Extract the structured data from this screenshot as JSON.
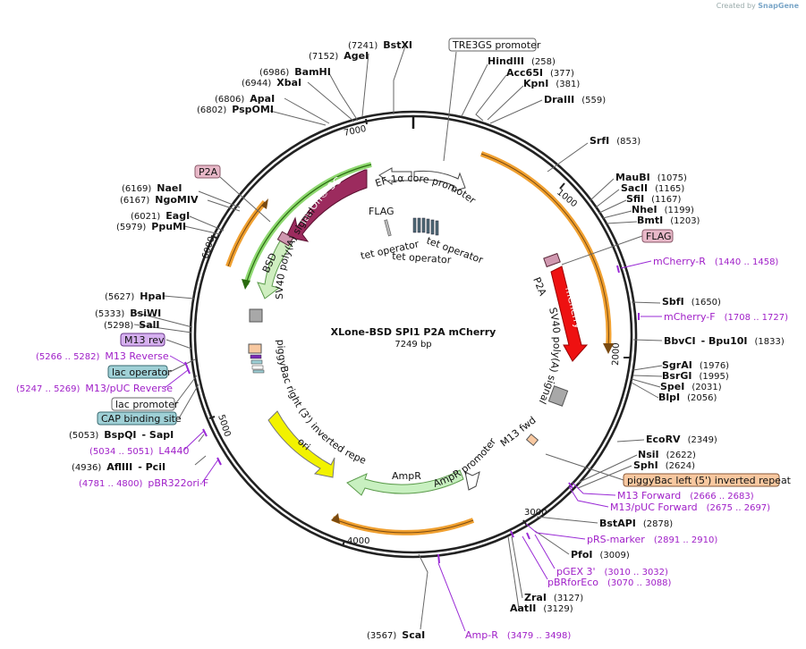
{
  "watermark": {
    "prefix": "Created by",
    "brand": "SnapGene"
  },
  "plasmid": {
    "name": "XLone-BSD SPI1 P2A mCherry",
    "size": "7249 bp"
  },
  "ticks": [
    "1000",
    "2000",
    "3000",
    "4000",
    "5000",
    "6000",
    "7000"
  ],
  "enzymes": {
    "e7241": {
      "pos": "(7241)",
      "name": "BstXI"
    },
    "e7152": {
      "pos": "(7152)",
      "name": "AgeI"
    },
    "e6986": {
      "pos": "(6986)",
      "name": "BamHI"
    },
    "e6944": {
      "pos": "(6944)",
      "name": "XbaI"
    },
    "e6806": {
      "pos": "(6806)",
      "name": "ApaI"
    },
    "e6802": {
      "pos": "(6802)",
      "name": "PspOMI"
    },
    "e6169": {
      "pos": "(6169)",
      "name": "NaeI"
    },
    "e6167": {
      "pos": "(6167)",
      "name": "NgoMIV"
    },
    "e6021": {
      "pos": "(6021)",
      "name": "EagI"
    },
    "e5979": {
      "pos": "(5979)",
      "name": "PpuMI"
    },
    "e5627": {
      "pos": "(5627)",
      "name": "HpaI"
    },
    "e5333": {
      "pos": "(5333)",
      "name": "BsiWI"
    },
    "e5298": {
      "pos": "(5298)",
      "name": "SalI"
    },
    "e5053": {
      "pos": "(5053)",
      "name": "BspQI"
    },
    "e5053b": {
      "name": "- SapI"
    },
    "e4936": {
      "pos": "(4936)",
      "name": "AflIII"
    },
    "e4936b": {
      "name": "- PciI"
    },
    "e3567": {
      "pos": "(3567)",
      "name": "ScaI"
    },
    "e258": {
      "name": "HindIII",
      "pos": "(258)"
    },
    "e377": {
      "name": "Acc65I",
      "pos": "(377)"
    },
    "e381": {
      "name": "KpnI",
      "pos": "(381)"
    },
    "e559": {
      "name": "DraIII",
      "pos": "(559)"
    },
    "e853": {
      "name": "SrfI",
      "pos": "(853)"
    },
    "e1075": {
      "name": "MauBI",
      "pos": "(1075)"
    },
    "e1165": {
      "name": "SacII",
      "pos": "(1165)"
    },
    "e1167": {
      "name": "SfiI",
      "pos": "(1167)"
    },
    "e1199": {
      "name": "NheI",
      "pos": "(1199)"
    },
    "e1203": {
      "name": "BmtI",
      "pos": "(1203)"
    },
    "e1650": {
      "name": "SbfI",
      "pos": "(1650)"
    },
    "e1833": {
      "name": "BbvCI",
      "name2": "- Bpu10I",
      "pos": "(1833)"
    },
    "e1976": {
      "name": "SgrAI",
      "pos": "(1976)"
    },
    "e1995": {
      "name": "BsrGI",
      "pos": "(1995)"
    },
    "e2031": {
      "name": "SpeI",
      "pos": "(2031)"
    },
    "e2056": {
      "name": "BlpI",
      "pos": "(2056)"
    },
    "e2349": {
      "name": "EcoRV",
      "pos": "(2349)"
    },
    "e2622": {
      "name": "NsiI",
      "pos": "(2622)"
    },
    "e2624": {
      "name": "SphI",
      "pos": "(2624)"
    },
    "e2878": {
      "name": "BstAPI",
      "pos": "(2878)"
    },
    "e3009": {
      "name": "PfoI",
      "pos": "(3009)"
    },
    "e3127": {
      "name": "ZraI",
      "pos": "(3127)"
    },
    "e3129": {
      "name": "AatII",
      "pos": "(3129)"
    }
  },
  "primers": {
    "p5266": {
      "pos": "(5266 .. 5282)",
      "name": "M13 Reverse"
    },
    "p5247": {
      "pos": "(5247 .. 5269)",
      "name": "M13/pUC Reverse"
    },
    "p5034": {
      "pos": "(5034 .. 5051)",
      "name": "L4440"
    },
    "p4781": {
      "pos": "(4781 .. 4800)",
      "name": "pBR322ori-F"
    },
    "p1440": {
      "name": "mCherry-R",
      "pos": "(1440 .. 1458)"
    },
    "p1708": {
      "name": "mCherry-F",
      "pos": "(1708 .. 1727)"
    },
    "p2666": {
      "name": "M13 Forward",
      "pos": "(2666 .. 2683)"
    },
    "p2675": {
      "name": "M13/pUC Forward",
      "pos": "(2675 .. 2697)"
    },
    "p2891": {
      "name": "pRS-marker",
      "pos": "(2891 .. 2910)"
    },
    "p3010": {
      "name": "pGEX 3'",
      "pos": "(3010 .. 3032)"
    },
    "p3070": {
      "name": "pBRforEco",
      "pos": "(3070 .. 3088)"
    },
    "p3479": {
      "name": "Amp-R",
      "pos": "(3479 .. 3498)"
    }
  },
  "boxed": {
    "tre3gs": "TRE3GS promoter",
    "p2a": "P2A",
    "flag": "FLAG",
    "m13rev": "M13 rev",
    "lacop": "lac operator",
    "lacprom": "lac promoter",
    "cap": "CAP binding site",
    "pbleft": "piggyBac left (5') inverted repeat"
  },
  "features": {
    "ef1a": "EF-1α core promoter",
    "flag_in": "FLAG",
    "tetop1": "tet operator",
    "tetop2": "tet operator",
    "tetop3": "tet operator",
    "teton": "Tet-On® 3G",
    "bsd": "BSD",
    "sv40a": "SV40 poly(A) signal",
    "p2a_in": "P2A",
    "mcherry": "mCherry",
    "sv40b": "SV40 poly(A) signal",
    "m13fwd": "M13 fwd",
    "ampprom": "AmpR promoter",
    "ampr": "AmpR",
    "ori": "ori",
    "pbright": "piggyBac right (3') inverted repeat"
  },
  "colors": {
    "backbone": "#222222",
    "orange_arrow": "#f0a030",
    "teton": "#9c2b5e",
    "bsd": "#cfeec0",
    "mcherry": "#ee1111",
    "ampr": "#c8f0c0",
    "ori": "#f2f200",
    "primer": "#a020c8",
    "p2a_box": "#e8b8c8",
    "lac_box": "#9fd0d6",
    "pb_box": "#f8c8a0"
  }
}
